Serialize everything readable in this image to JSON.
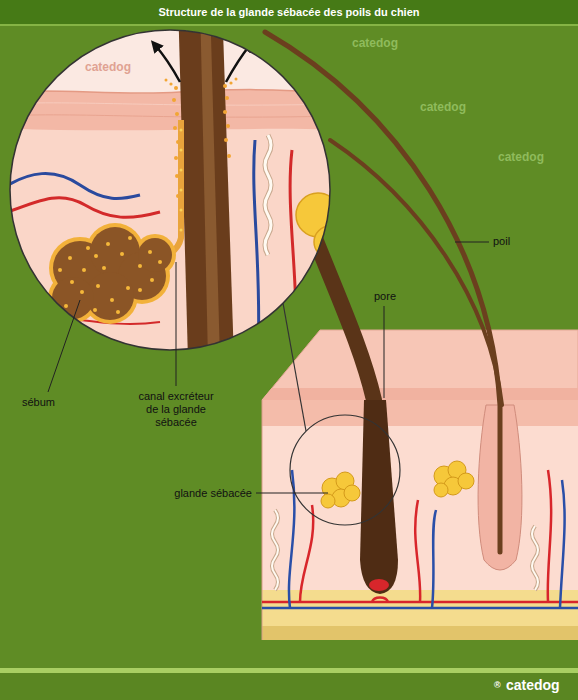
{
  "diagram": {
    "title": "Structure de la glande sébacée des poils du chien",
    "labels": [
      "poil",
      "pore",
      "sébum",
      "canal excréteur de la glande sébacée",
      "glande sébacée",
      "catedog",
      "catedog",
      "catedog",
      "catedog",
      "®",
      "catedog"
    ]
  }
}
